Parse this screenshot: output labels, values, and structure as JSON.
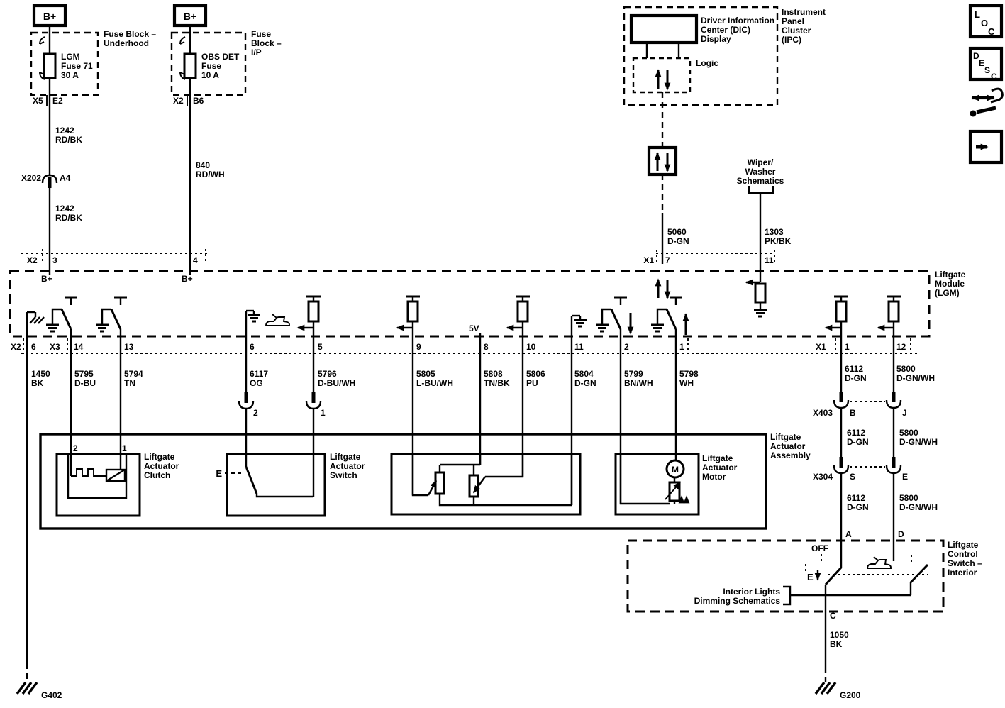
{
  "left_feed": {
    "b_plus": "B+",
    "block_label": [
      "Fuse Block –",
      "Underhood"
    ],
    "fuse_label": [
      "LGM",
      "Fuse 71",
      "30 A"
    ],
    "conn": "X5",
    "pin": "E2",
    "wire_upper": [
      "1242",
      "RD/BK"
    ],
    "inline_conn": "X202",
    "inline_pin": "A4",
    "wire_lower": [
      "1242",
      "RD/BK"
    ],
    "lgm_conn": "X2",
    "lgm_pin": "3",
    "b_plus_in": "B+"
  },
  "right_feed": {
    "b_plus": "B+",
    "block_label": [
      "Fuse",
      "Block –",
      "I/P"
    ],
    "fuse_label": [
      "OBS DET",
      "Fuse",
      "10 A"
    ],
    "conn": "X2",
    "pin": "B6",
    "wire": [
      "840",
      "RD/WH"
    ],
    "lgm_pin": "4",
    "b_plus_in": "B+"
  },
  "ipc": {
    "title": [
      "Instrument",
      "Panel",
      "Cluster",
      "(IPC)"
    ],
    "dic_label": [
      "Driver Information",
      "Center (DIC)",
      "Display"
    ],
    "logic_label": "Logic",
    "wire": [
      "5060",
      "D-GN"
    ],
    "conn": "X1",
    "pin_7": "7",
    "pin_11": "11"
  },
  "wiper": {
    "label": [
      "Wiper/",
      "Washer",
      "Schematics"
    ],
    "wire": [
      "1303",
      "PK/BK"
    ]
  },
  "lgm": {
    "title": [
      "Liftgate",
      "Module",
      "(LGM)"
    ],
    "five_v": "5V",
    "pin_row": [
      "X2",
      "6",
      "X3",
      "14",
      "13",
      "6",
      "5",
      "9",
      "8",
      "10",
      "11",
      "2",
      "1",
      "X1",
      "1",
      "12"
    ],
    "wires": [
      [
        "1450",
        "BK"
      ],
      [
        "5795",
        "D-BU"
      ],
      [
        "5794",
        "TN"
      ],
      [
        "6117",
        "OG"
      ],
      [
        "5796",
        "D-BU/WH"
      ],
      [
        "5805",
        "L-BU/WH"
      ],
      [
        "5808",
        "TN/BK"
      ],
      [
        "5806",
        "PU"
      ],
      [
        "5804",
        "D-GN"
      ],
      [
        "5799",
        "BN/WH"
      ],
      [
        "5798",
        "WH"
      ],
      [
        "6112",
        "D-GN"
      ],
      [
        "5800",
        "D-GN/WH"
      ]
    ],
    "inline_conn_left": "2",
    "inline_conn_right": "1"
  },
  "assembly": {
    "title": [
      "Liftgate",
      "Actuator",
      "Assembly"
    ],
    "clutch_pin_2": "2",
    "clutch_pin_1": "1",
    "clutch_label": [
      "Liftgate",
      "Actuator",
      "Clutch"
    ],
    "switch_e": "E",
    "switch_label": [
      "Liftgate",
      "Actuator",
      "Switch"
    ],
    "motor_m": "M",
    "motor_label": [
      "Liftgate",
      "Actuator",
      "Motor"
    ]
  },
  "right_column": {
    "x403": "X403",
    "pin_b": "B",
    "pin_j": "J",
    "wire_6112_upper": [
      "6112",
      "D-GN"
    ],
    "wire_5800_upper": [
      "5800",
      "D-GN/WH"
    ],
    "x304": "X304",
    "pin_s": "S",
    "pin_e": "E",
    "wire_6112_lower": [
      "6112",
      "D-GN"
    ],
    "wire_5800_lower": [
      "5800",
      "D-GN/WH"
    ],
    "pin_a": "A",
    "pin_d": "D"
  },
  "control_switch": {
    "title": [
      "Liftgate",
      "Control",
      "Switch –",
      "Interior"
    ],
    "off": "OFF",
    "e": "E",
    "dimming": [
      "Interior Lights",
      "Dimming Schematics"
    ],
    "pin_c": "C",
    "wire": [
      "1050",
      "BK"
    ]
  },
  "grounds": {
    "g402": "G402",
    "g200": "G200"
  },
  "nav_icons": {
    "loc": [
      "L",
      "O",
      "C"
    ],
    "desc": [
      "D",
      "E",
      "S",
      "C"
    ]
  }
}
